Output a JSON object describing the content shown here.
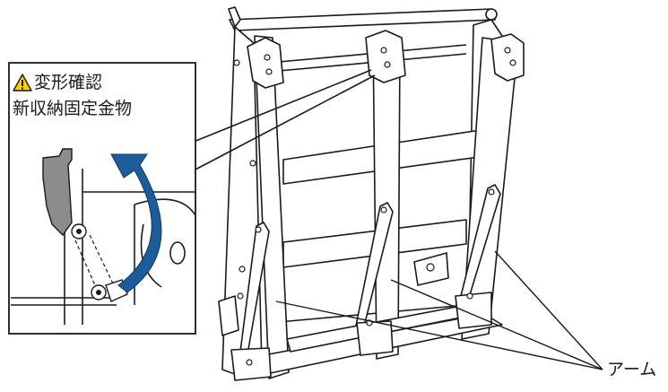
{
  "callout": {
    "warning_icon": "warning-triangle-icon",
    "title": "変形確認",
    "subtitle": "新収納固定金物"
  },
  "labels": {
    "arm": "アーム"
  },
  "colors": {
    "arrow": "#1d5c9a",
    "bracket": "#8c8c8c",
    "warning": "#f5d000",
    "line": "#1a1a1a"
  }
}
